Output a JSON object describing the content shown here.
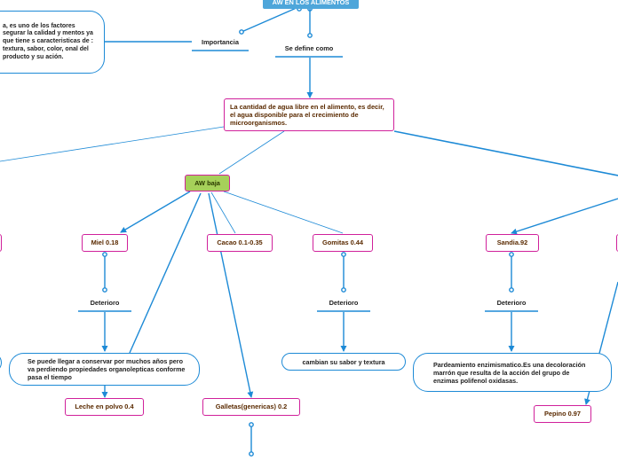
{
  "title": "AW EN LOS ALIMENTOS",
  "importancia": {
    "label": "Importancia",
    "text": "a, es uno de los factores segurar la calidad y mentos ya que tiene s caracteristicas de : textura, sabor, color, onal del producto y su ación."
  },
  "definicion": {
    "label": "Se define como",
    "text": "La cantidad de agua libre en el alimento, es decir, el agua disponible para el crecimiento de microorganismos."
  },
  "aw_baja": "AW baja",
  "items": {
    "miel": "Miel 0.18",
    "cacao": "Cacao 0.1-0.35",
    "gomitas": "Gomitas 0.44",
    "sandia": "Sandia.92",
    "leche": "Leche en polvo 0.4",
    "galletas": "Galletas(genericas) 0.2",
    "pepino": "Pepino 0.97"
  },
  "deterioro": {
    "miel": "Deterioro",
    "gomitas": "Deterioro",
    "sandia": "Deterioro"
  },
  "descripciones": {
    "conservar": "Se puede llegar a conservar por muchos años pero va perdiendo propiedades organolepticas conforme pasa el tiempo",
    "sabor": "cambian su sabor y textura",
    "pardeamiento": "Pardeamiento enzimismatico.Es una decoloración marrón que resulta de la acción del grupo de enzimas polifenol oxidasas."
  },
  "colors": {
    "connector": "#1d8ad6",
    "node_border": "#d0219b",
    "title_bg": "#4ea6da",
    "aw_baja_bg": "#a6d05a",
    "node_text": "#5a2a00"
  }
}
